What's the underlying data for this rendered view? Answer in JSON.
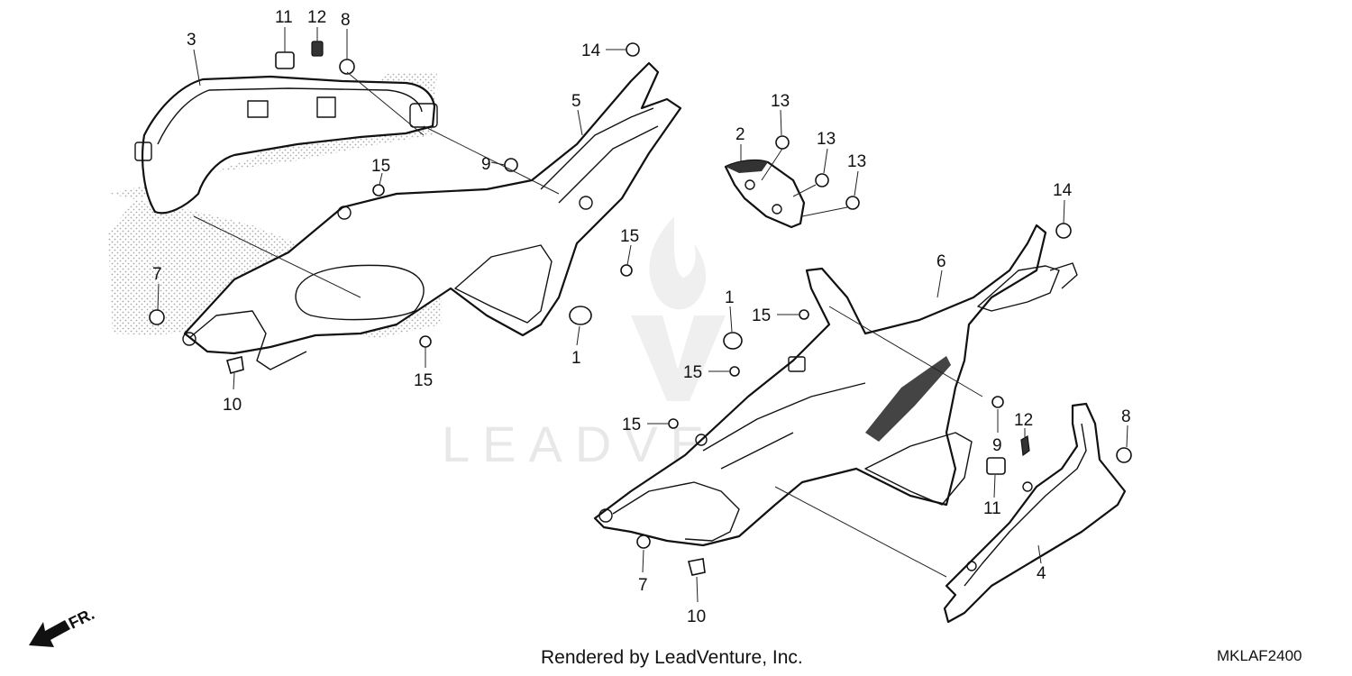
{
  "watermark": {
    "brand_text": "LEADVENTURE"
  },
  "callouts": {
    "left": {
      "c1": "1",
      "c3": "3",
      "c5": "5",
      "c7": "7",
      "c8": "8",
      "c9": "9",
      "c10": "10",
      "c11": "11",
      "c12": "12",
      "c14": "14",
      "c15_a": "15",
      "c15_b": "15",
      "c15_c": "15"
    },
    "center": {
      "c2": "2",
      "c13_a": "13",
      "c13_b": "13",
      "c13_c": "13"
    },
    "right": {
      "c1": "1",
      "c4": "4",
      "c6": "6",
      "c7": "7",
      "c8": "8",
      "c9": "9",
      "c10": "10",
      "c11": "11",
      "c12": "12",
      "c14": "14",
      "c15_a": "15",
      "c15_b": "15",
      "c15_c": "15"
    }
  },
  "direction_indicator": {
    "label": "FR."
  },
  "footer": {
    "credit": "Rendered by LeadVenture, Inc.",
    "diagram_code": "MKLAF2400"
  }
}
